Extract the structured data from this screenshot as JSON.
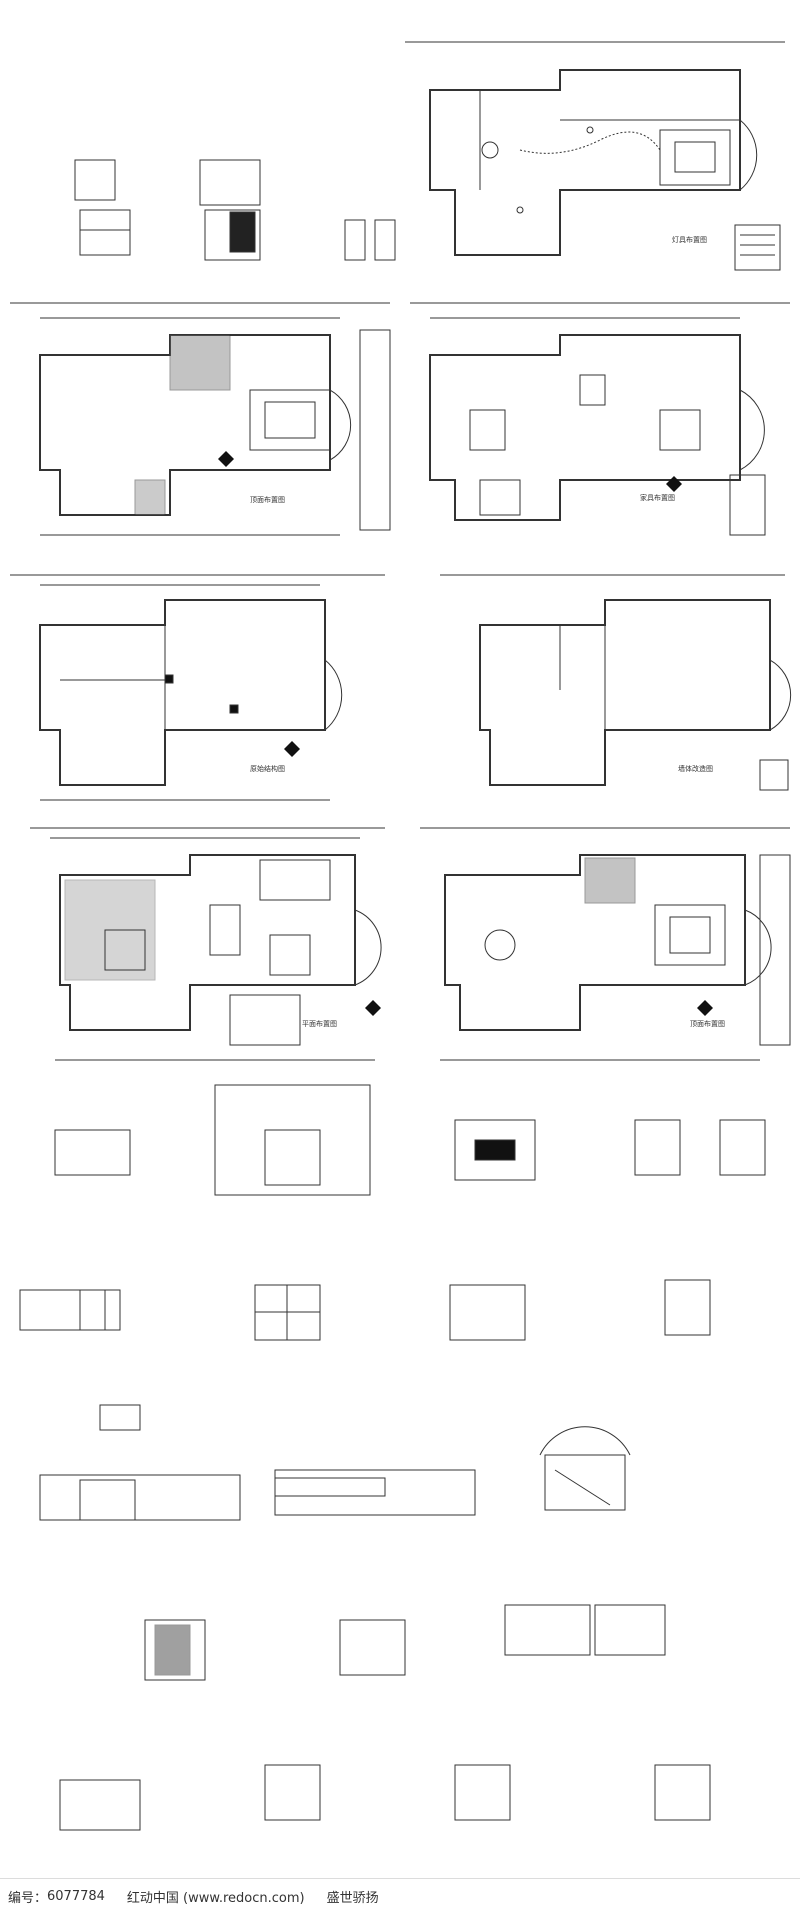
{
  "footer": {
    "id_label": "编号：",
    "id_value": "6077784",
    "site": "红动中国 (www.redocn.com)",
    "author": "盛世骄扬"
  },
  "captions": {
    "lighting_plan": "灯具布置图",
    "ceiling_plan_a": "顶面布置图",
    "furniture_plan": "家具布置图",
    "original_plan": "原始结构图",
    "wall_plan": "墙体改造图",
    "floor_plan": "平面布置图",
    "ceiling_plan_b": "顶面布置图"
  }
}
